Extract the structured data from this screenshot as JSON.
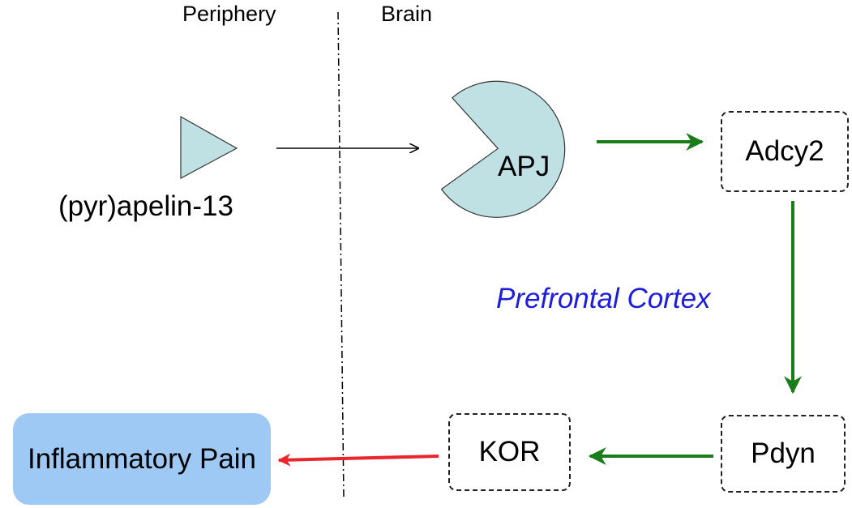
{
  "regions": {
    "left": "Periphery",
    "right": "Brain"
  },
  "ligand": {
    "label": "(pyr)apelin-13",
    "color": "#bfe1e3"
  },
  "receptor": {
    "label": "APJ",
    "color": "#bfe1e3"
  },
  "nodes": {
    "adcy2": "Adcy2",
    "pdyn": "Pdyn",
    "kor": "KOR"
  },
  "outcome": {
    "label": "Inflammatory Pain",
    "color": "#9ec9f4"
  },
  "context": {
    "label": "Prefrontal  Cortex",
    "color": "#1d1ddb"
  },
  "colors": {
    "activation": "#1a7d1a",
    "inhibition": "#e8262c",
    "transport": "#000000"
  }
}
